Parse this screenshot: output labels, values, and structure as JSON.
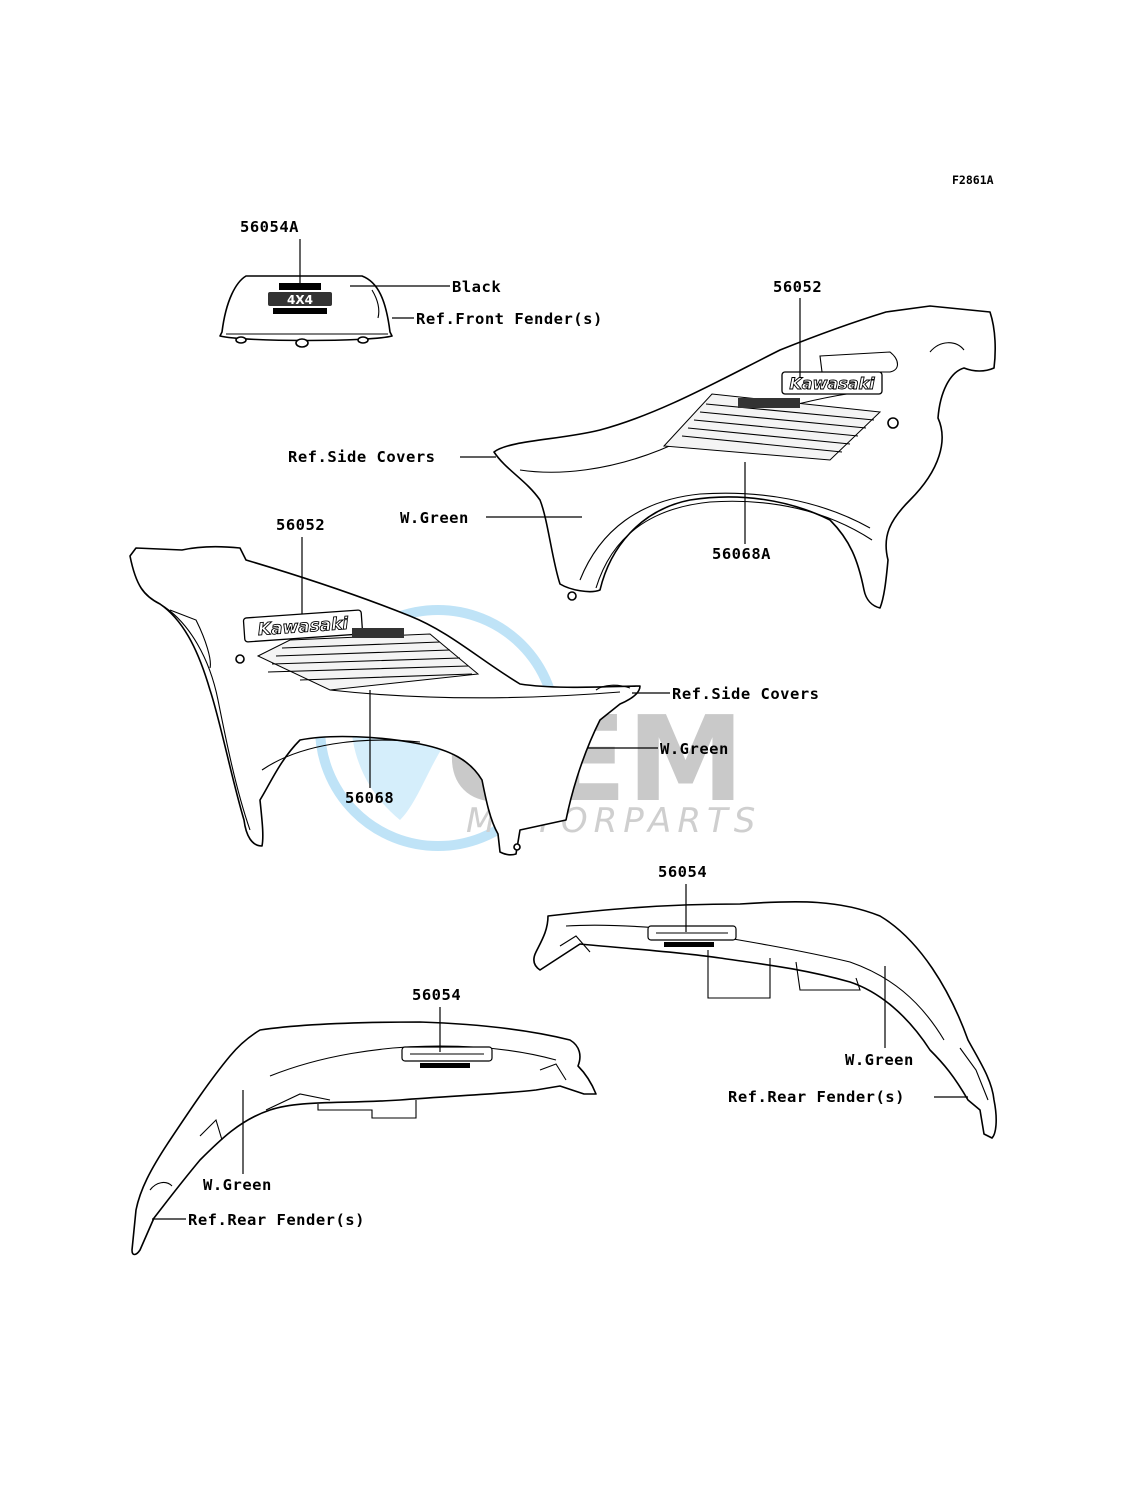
{
  "figure_code": "F2861A",
  "watermark": {
    "main": "OEM",
    "sub": "MOTORPARTS"
  },
  "decals": {
    "brand": "Kawasaki",
    "model": "4X4"
  },
  "colors": {
    "line": "#000000",
    "watermark_blue": "#8fc9ea",
    "watermark_gray": "#c9c9c9"
  },
  "labels": {
    "front_fender_part": "56054A",
    "front_fender_color": "Black",
    "front_fender_ref": "Ref.Front Fender(s)",
    "right_cover_part": "56052",
    "right_cover_ref": "Ref.Side Covers",
    "right_cover_color": "W.Green",
    "right_cover_stripe": "56068A",
    "left_cover_part": "56052",
    "left_cover_ref": "Ref.Side Covers",
    "left_cover_color": "W.Green",
    "left_cover_stripe": "56068",
    "rear_right_part": "56054",
    "rear_right_color": "W.Green",
    "rear_right_ref": "Ref.Rear Fender(s)",
    "rear_left_part": "56054",
    "rear_left_color": "W.Green",
    "rear_left_ref": "Ref.Rear Fender(s)"
  }
}
